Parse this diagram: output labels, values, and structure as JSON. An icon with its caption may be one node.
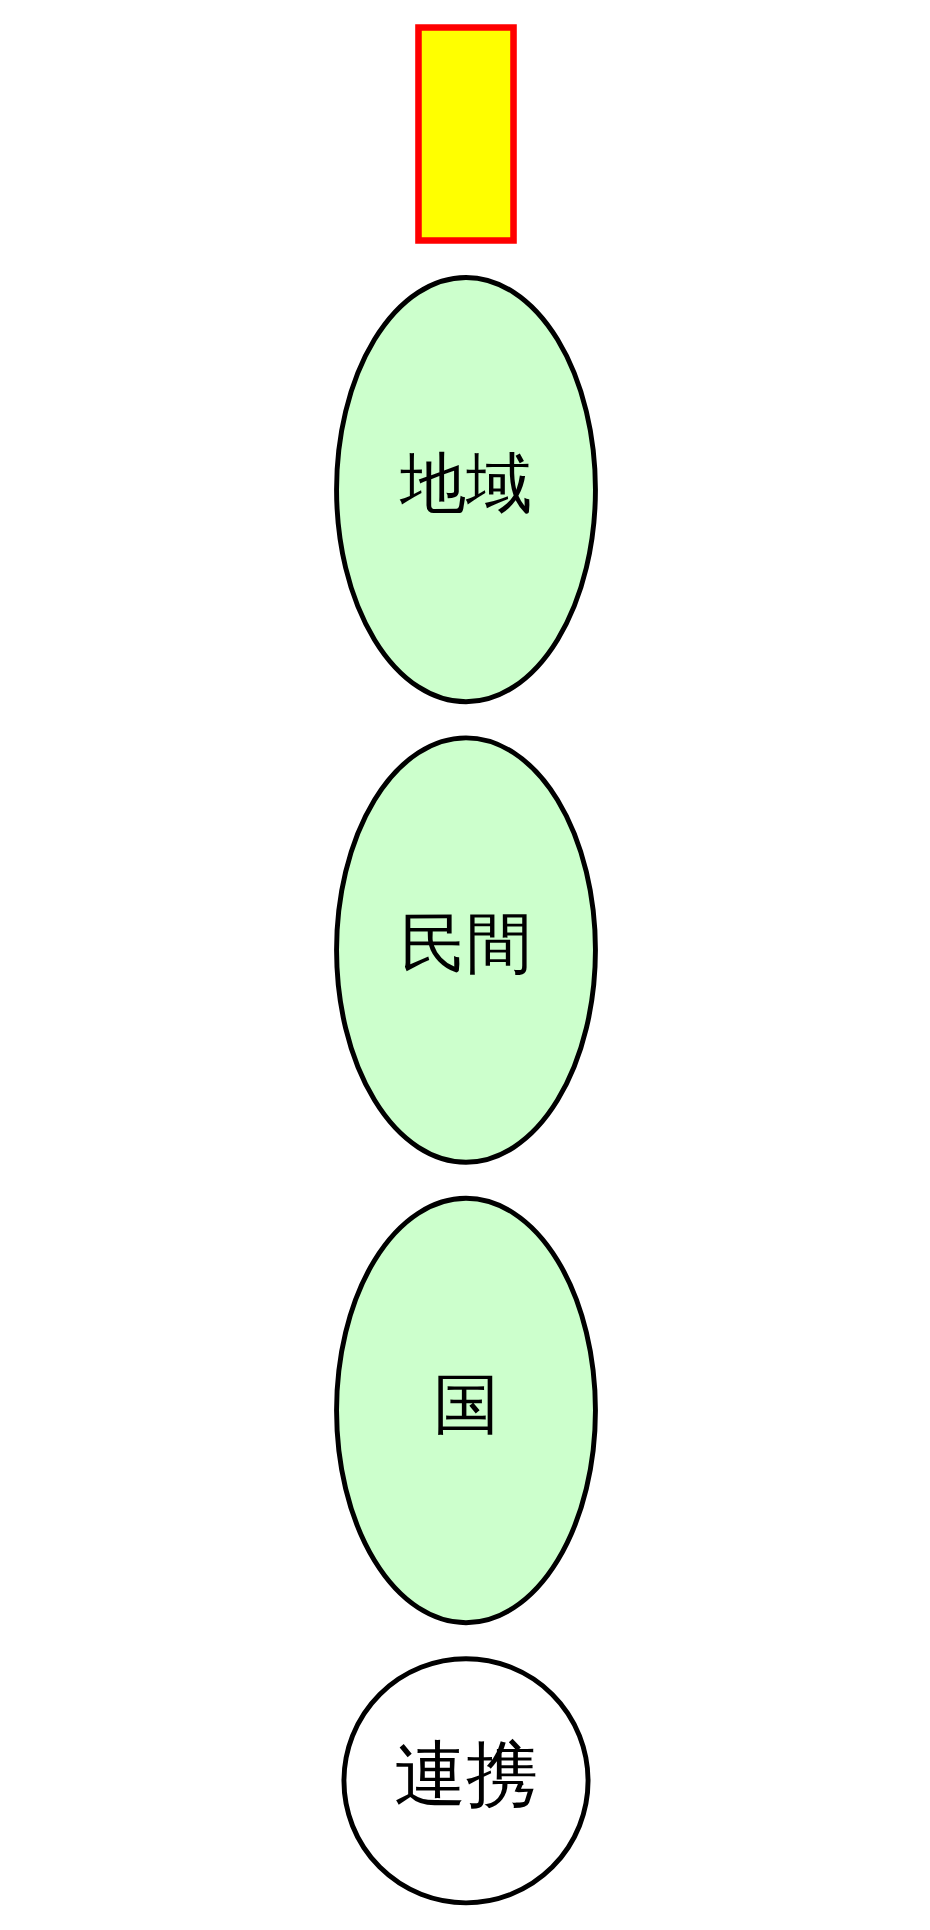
{
  "diagram": {
    "nodes": [
      {
        "text": [
          "連携"
        ]
      },
      {
        "text": [
          "国"
        ]
      },
      {
        "text": [
          "民間"
        ]
      },
      {
        "text": [
          "地域"
        ]
      },
      {
        "text": [],
        "shape": "box"
      }
    ],
    "edges": []
  }
}
